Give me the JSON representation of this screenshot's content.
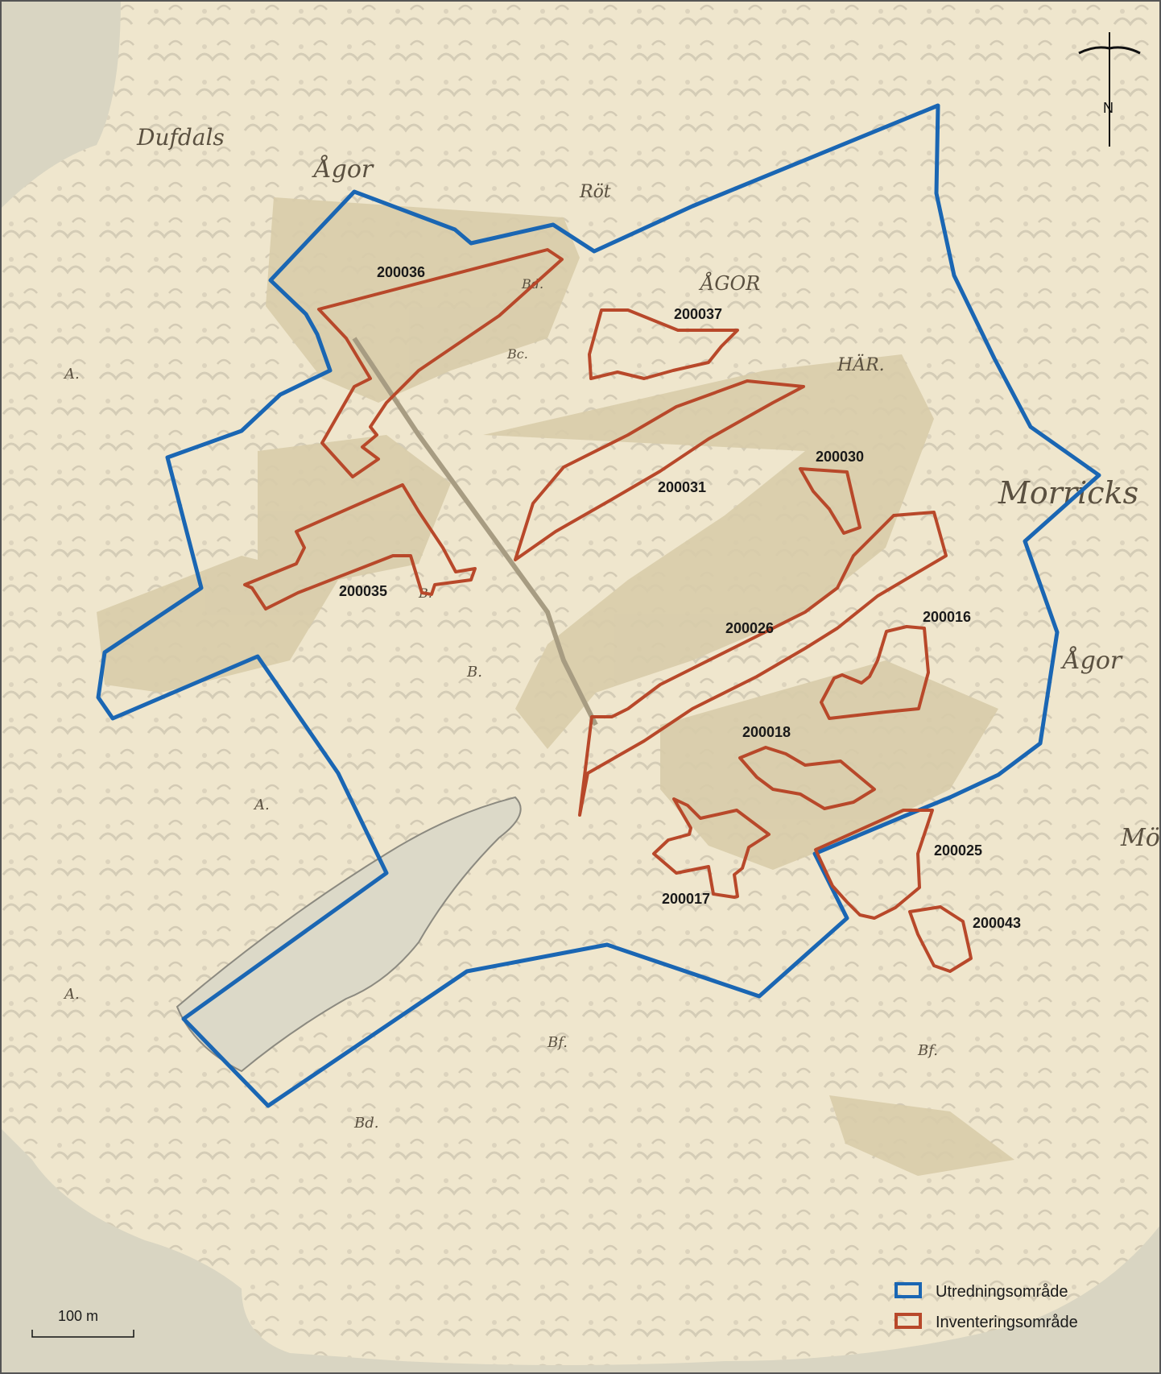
{
  "map": {
    "north_label": "N",
    "scale_label": "100 m",
    "place_names": [
      "Dufdals",
      "Ågor",
      "Röt",
      "ÅGOR",
      "HÄR.",
      "Morricks",
      "Ågor",
      "Mö"
    ],
    "parcel_letters": [
      "A.",
      "B.",
      "A.",
      "A.",
      "Bd.",
      "Bc.",
      "B.",
      "Bf.",
      "Bf.",
      "Bd."
    ],
    "colors": {
      "utredning": "#1a66b3",
      "inventering": "#b8482a",
      "land": "#efe6cd",
      "fields": "#d8ccaa",
      "water": "#dcd9c8"
    },
    "areas": [
      {
        "id": "200036"
      },
      {
        "id": "200037"
      },
      {
        "id": "200031"
      },
      {
        "id": "200030"
      },
      {
        "id": "200035"
      },
      {
        "id": "200026"
      },
      {
        "id": "200016"
      },
      {
        "id": "200018"
      },
      {
        "id": "200017"
      },
      {
        "id": "200025"
      },
      {
        "id": "200043"
      }
    ]
  },
  "legend": {
    "items": [
      {
        "label": "Utredningsområde"
      },
      {
        "label": "Inventeringsområde"
      }
    ]
  }
}
